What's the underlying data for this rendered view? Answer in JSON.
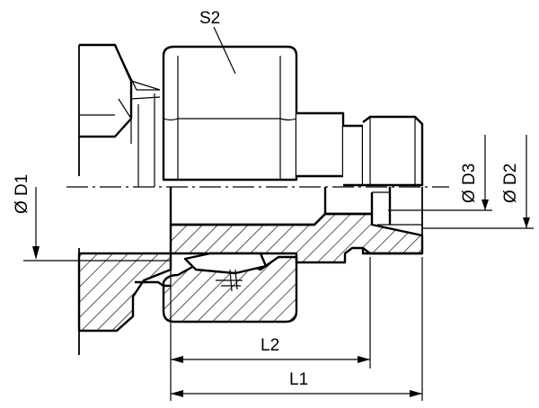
{
  "labels": {
    "s2": "S2",
    "d1": "Ø D1",
    "d2": "Ø D2",
    "d3": "Ø D3",
    "l1": "L1",
    "l2": "L2"
  },
  "colors": {
    "line": "#000000",
    "background": "#ffffff"
  }
}
